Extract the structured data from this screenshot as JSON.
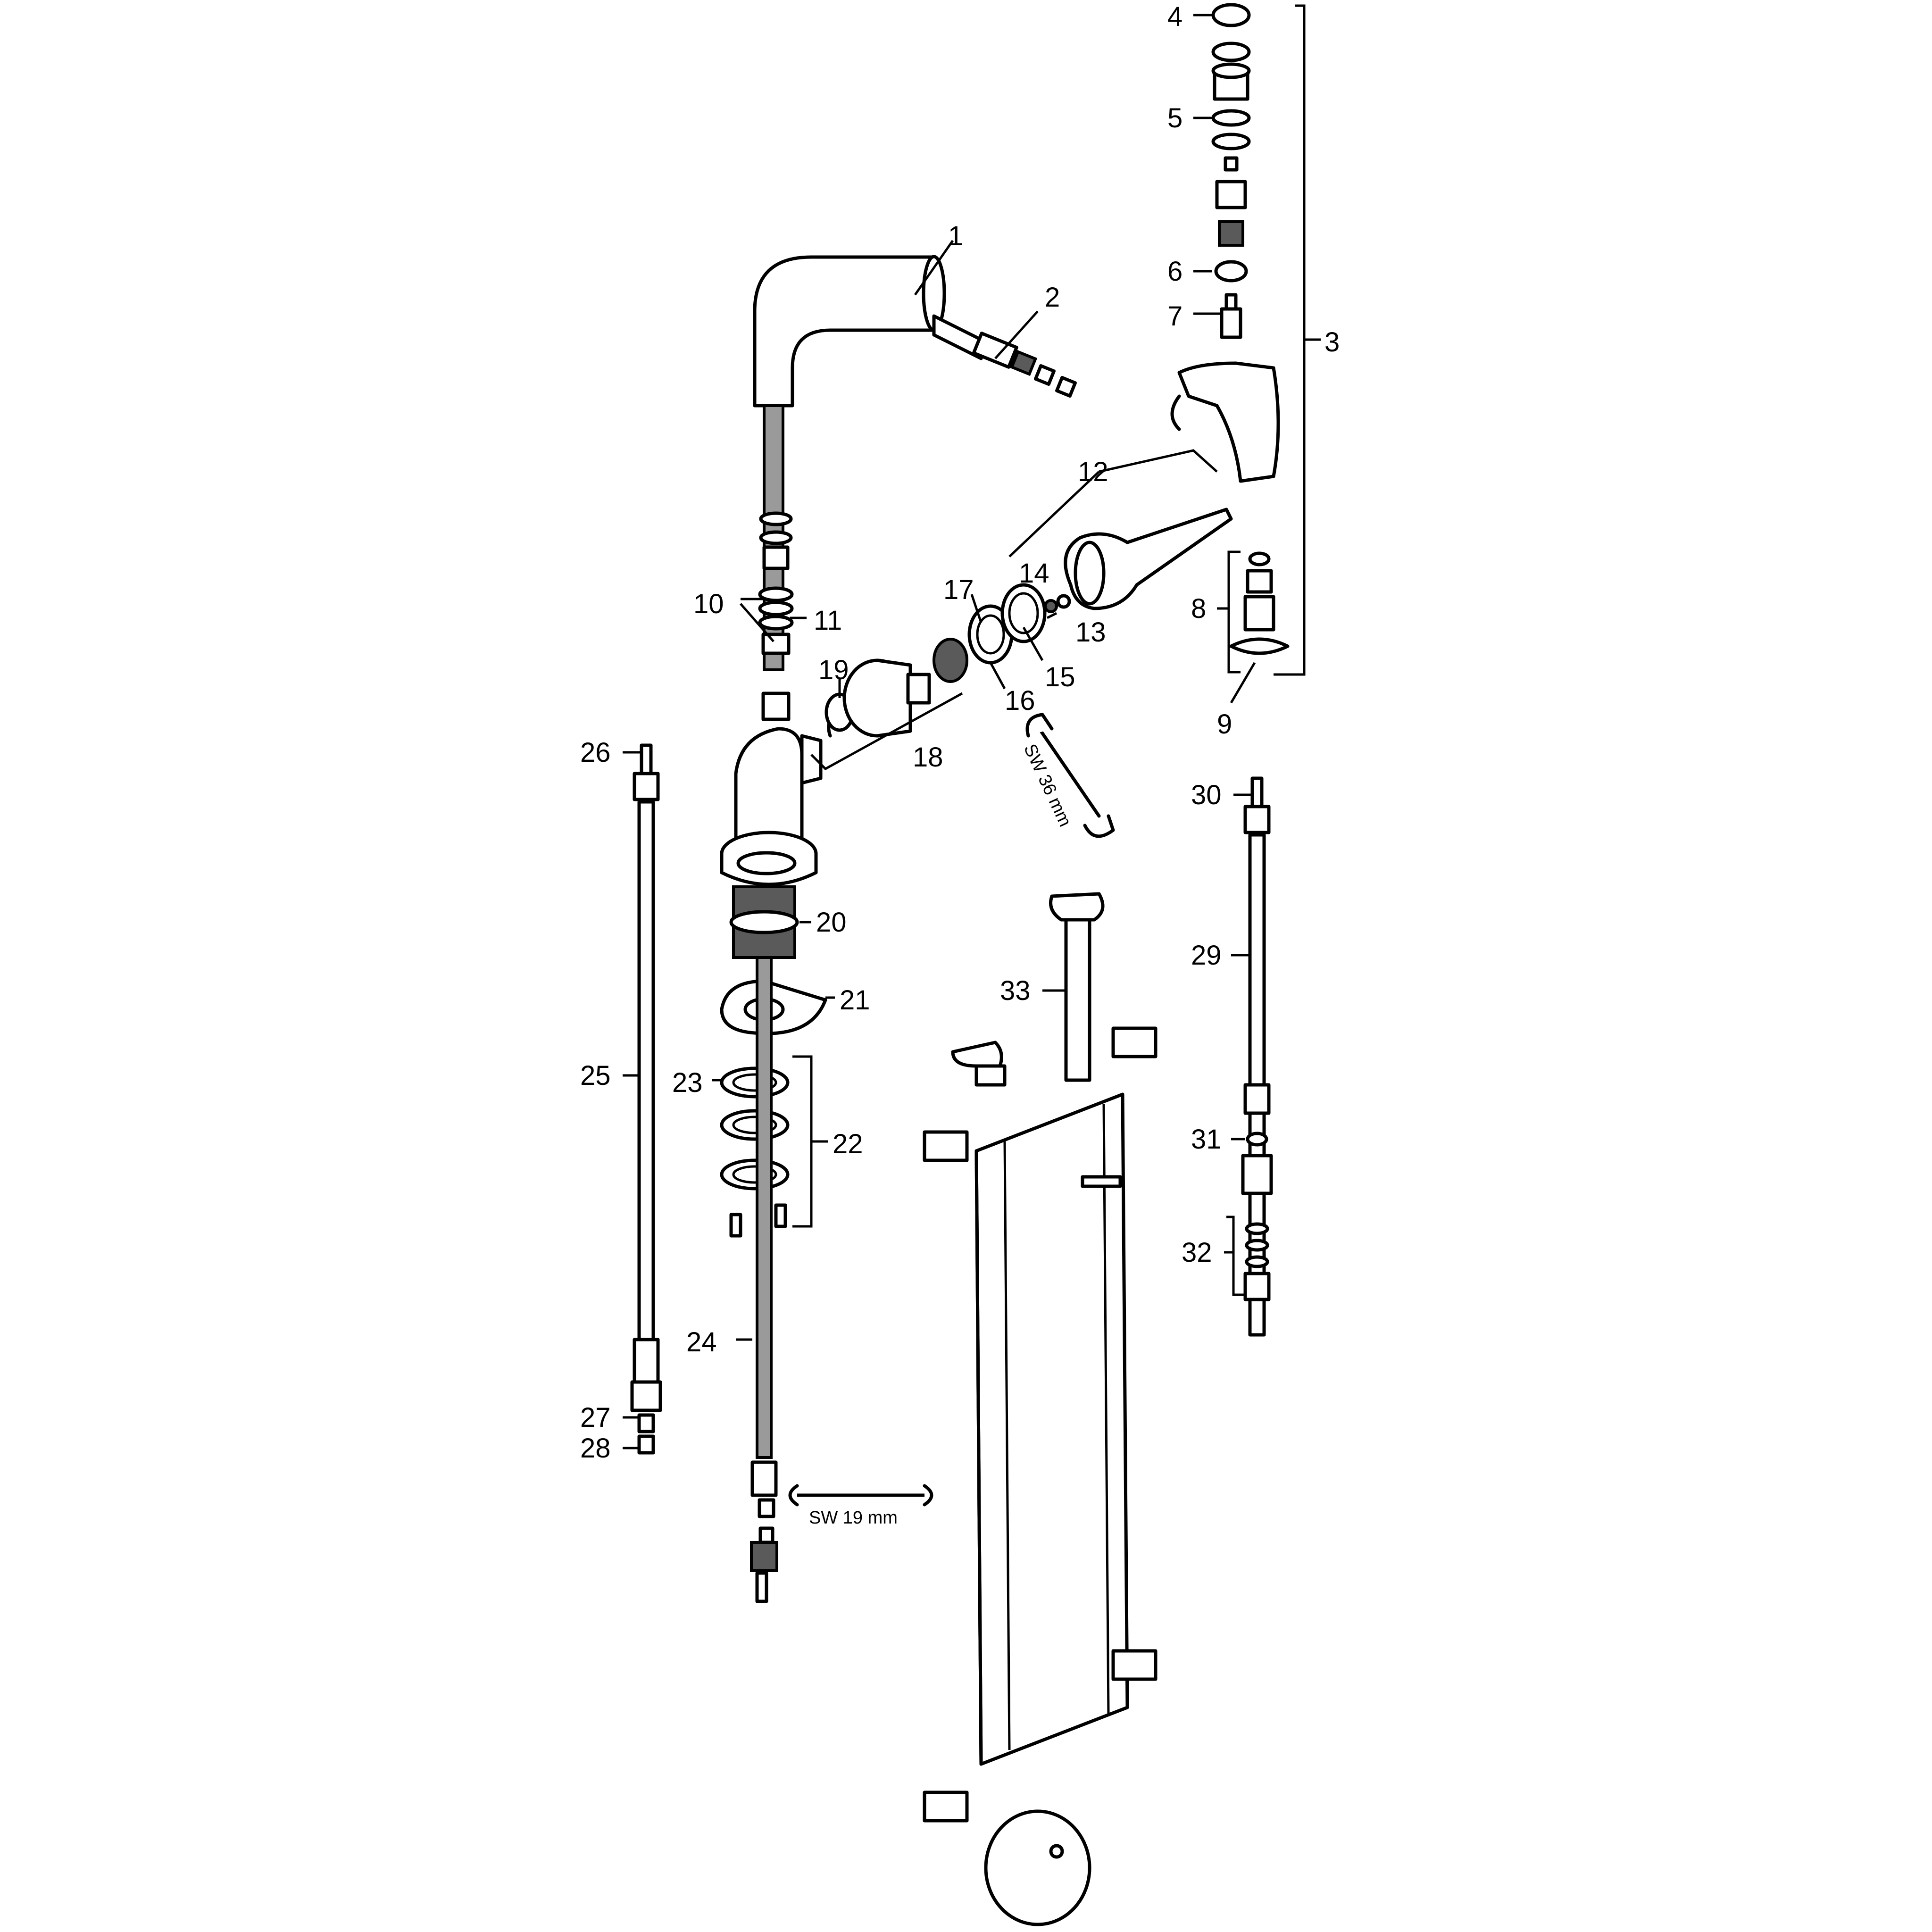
{
  "part_labels": {
    "p1": "1",
    "p2": "2",
    "p3": "3",
    "p4": "4",
    "p5": "5",
    "p6": "6",
    "p7": "7",
    "p8": "8",
    "p9": "9",
    "p10": "10",
    "p11": "11",
    "p12": "12",
    "p13": "13",
    "p14": "14",
    "p15": "15",
    "p16": "16",
    "p17": "17",
    "p18": "18",
    "p19": "19",
    "p20": "20",
    "p21": "21",
    "p22": "22",
    "p23": "23",
    "p24": "24",
    "p25": "25",
    "p26": "26",
    "p27": "27",
    "p28": "28",
    "p29": "29",
    "p30": "30",
    "p31": "31",
    "p32": "32",
    "p33": "33"
  },
  "wrench_labels": {
    "sw36": "SW 36 mm",
    "sw19": "SW 19 mm"
  }
}
